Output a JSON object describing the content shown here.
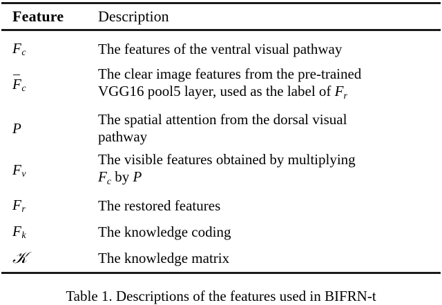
{
  "document": {
    "type": "academic-paper-table",
    "page_background": "#ffffff",
    "text_color": "#000000",
    "rule_color": "#1a1a1a"
  },
  "table": {
    "headers": {
      "feature": "Feature",
      "description": "Description"
    },
    "rows": [
      {
        "id": "fc",
        "symbol_plain": "F_c",
        "symbol_base": "F",
        "symbol_sub": "c",
        "overbar": false,
        "description_lines": [
          "The features of the ventral visual pathway"
        ]
      },
      {
        "id": "fc-bar",
        "symbol_plain": "F̄_c",
        "symbol_base": "F",
        "symbol_sub": "c",
        "overbar": true,
        "description_lines": [
          "The clear image features from the pre-trained",
          "VGG16 pool5 layer, used as the label of "
        ],
        "description_inline_math": {
          "base": "F",
          "sub": "r"
        }
      },
      {
        "id": "p",
        "symbol_plain": "P",
        "symbol_base": "P",
        "symbol_sub": "",
        "overbar": false,
        "description_lines": [
          "The spatial attention from the dorsal visual",
          "pathway"
        ]
      },
      {
        "id": "fv",
        "symbol_plain": "F_v",
        "symbol_base": "F",
        "symbol_sub": "v",
        "overbar": false,
        "description_lines": [
          "The visible features obtained by multiplying"
        ],
        "description_second_line": {
          "math1": {
            "base": "F",
            "sub": "c"
          },
          "text": " by ",
          "math2": {
            "base": "P",
            "sub": ""
          }
        }
      },
      {
        "id": "fr",
        "symbol_plain": "F_r",
        "symbol_base": "F",
        "symbol_sub": "r",
        "overbar": false,
        "description_lines": [
          "The restored features"
        ]
      },
      {
        "id": "fk",
        "symbol_plain": "F_k",
        "symbol_base": "F",
        "symbol_sub": "k",
        "overbar": false,
        "description_lines": [
          "The knowledge coding"
        ]
      },
      {
        "id": "k-script",
        "symbol_plain": "𝒦",
        "symbol_base": "𝒦",
        "symbol_sub": "",
        "overbar": false,
        "description_lines": [
          "The knowledge matrix"
        ]
      }
    ]
  },
  "caption": {
    "text": "Table 1. Descriptions of the features used in BIFRN-t",
    "note": "clipped at bottom edge of screenshot"
  }
}
